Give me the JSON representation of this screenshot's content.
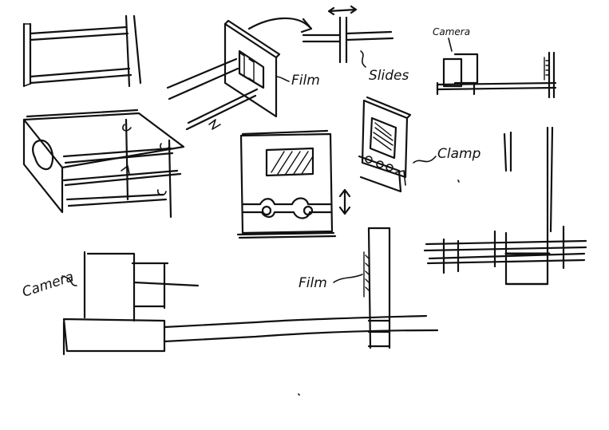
{
  "labels": {
    "film_top": "Film",
    "slides": "Slides",
    "camera_top_right": "Camera",
    "clamp": "Clamp",
    "camera_bottom_left": "Camera",
    "film_bottom": "Film"
  },
  "colors": {
    "ink": "#111111",
    "paper": "#ffffff"
  }
}
